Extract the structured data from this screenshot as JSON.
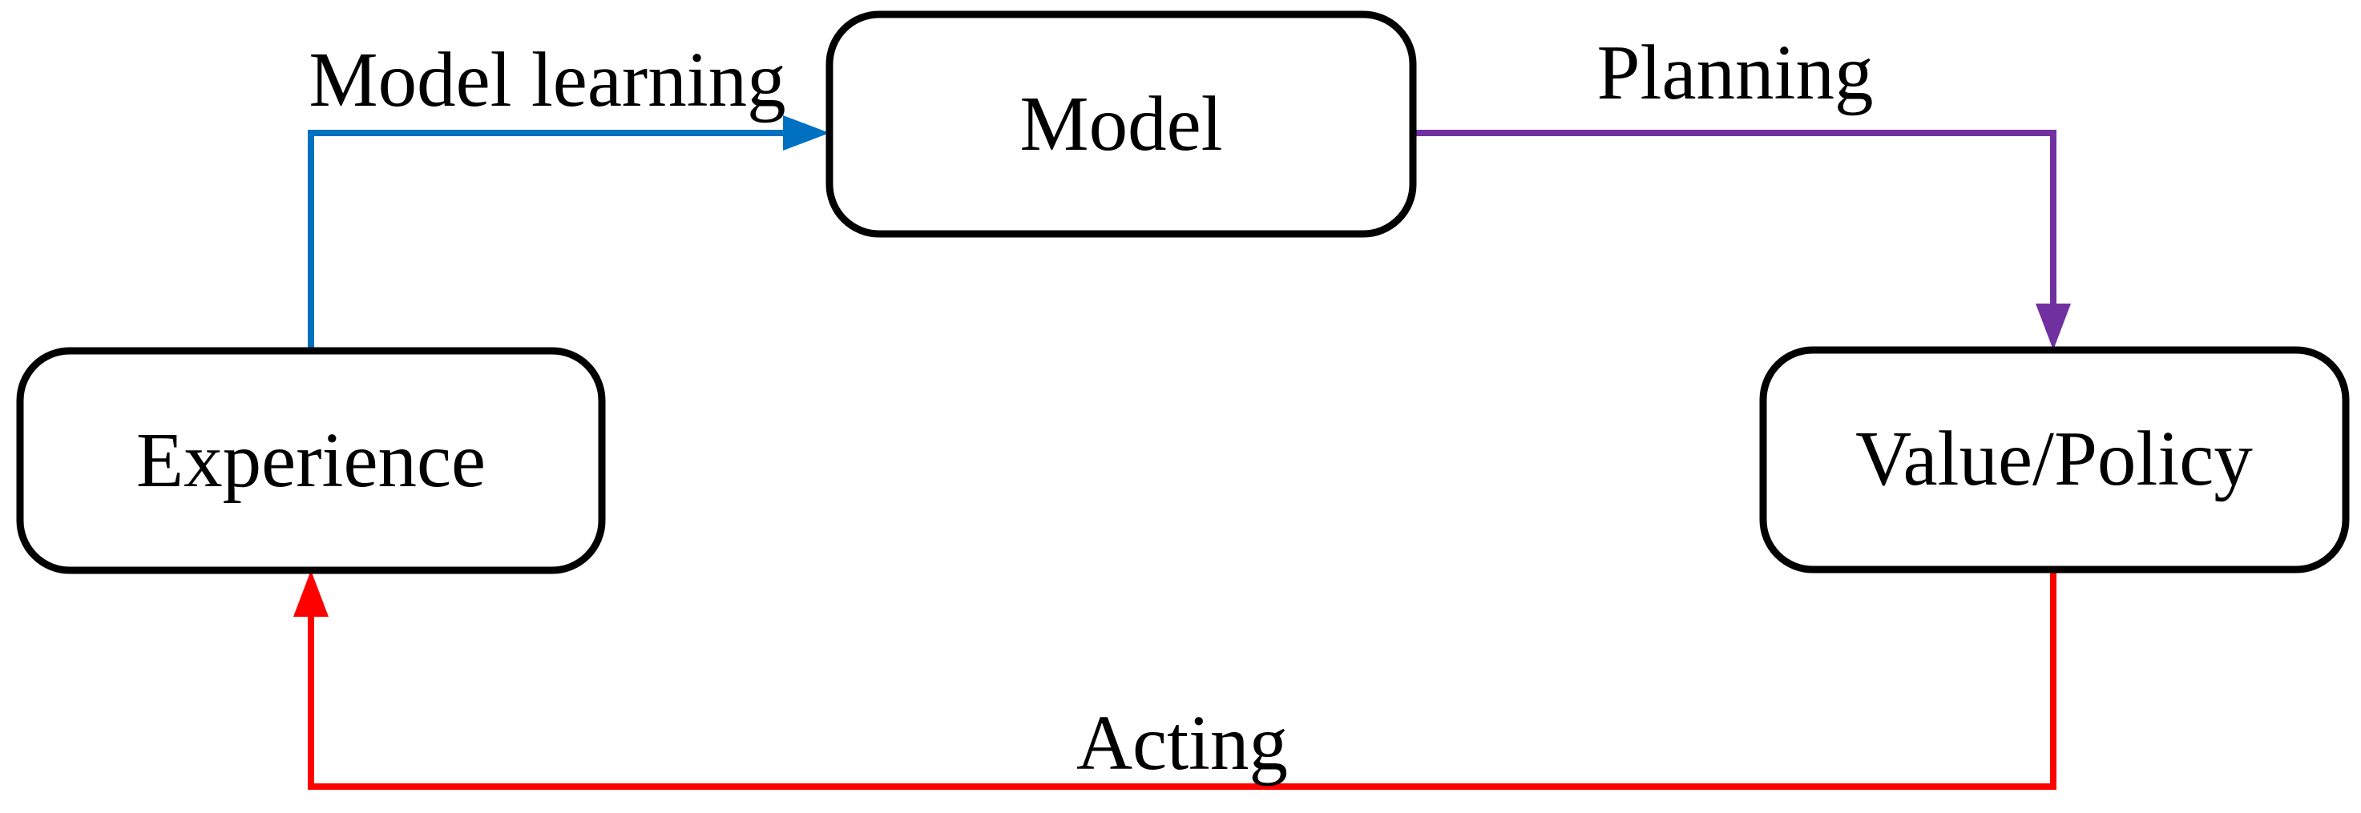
{
  "diagram": {
    "background_color": "#ffffff",
    "node_style": {
      "border_color": "#000000",
      "fill_color": "#ffffff",
      "text_color": "#000000"
    },
    "nodes": [
      {
        "label": "Experience"
      },
      {
        "label": "Model"
      },
      {
        "label": "Value/Policy"
      }
    ],
    "edges": [
      {
        "label": "Model learning",
        "color": "#0070C0",
        "from": "Experience",
        "to": "Model"
      },
      {
        "label": "Planning",
        "color": "#7030A0",
        "from": "Model",
        "to": "Value/Policy"
      },
      {
        "label": "Acting",
        "color": "#FF0000",
        "from": "Value/Policy",
        "to": "Experience"
      }
    ]
  }
}
